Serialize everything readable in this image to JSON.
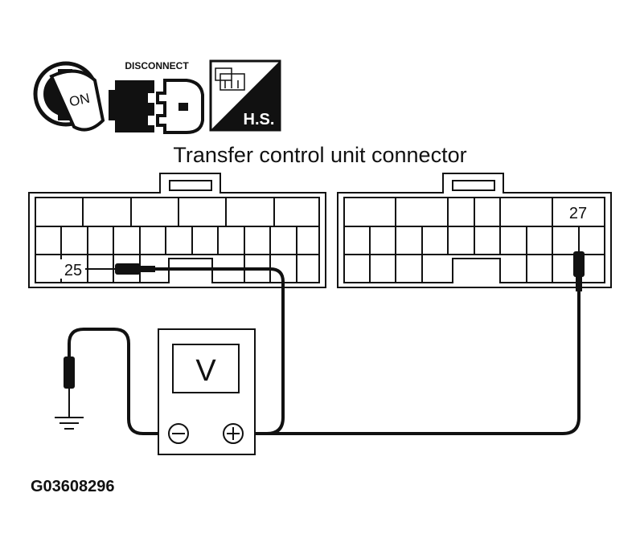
{
  "icons": {
    "ignition": {
      "icon": "ignition-key-icon",
      "label": "ON"
    },
    "disconnect": {
      "icon": "disconnect-connector-icon",
      "label": "DISCONNECT"
    },
    "harness_side": {
      "icon": "harness-side-icon",
      "label": "H.S."
    }
  },
  "connector_title": "Transfer control unit connector",
  "pins": {
    "left_probe": "25",
    "right_probe": "27"
  },
  "meter": {
    "icon": "voltmeter-icon",
    "label": "V",
    "neg_symbol": "⊖",
    "pos_symbol": "⊕"
  },
  "ground": {
    "icon": "ground-symbol-icon"
  },
  "figure_code": "G03608296"
}
